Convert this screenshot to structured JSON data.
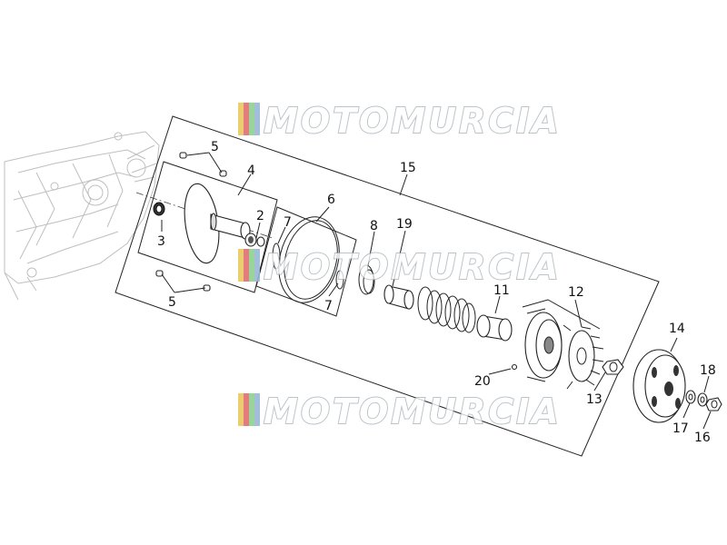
{
  "watermark": {
    "text": "MOTOMURCIA",
    "stripe_colors": [
      "#e8c860",
      "#e07070",
      "#8fd08f",
      "#9ab8d8"
    ]
  },
  "callouts": [
    {
      "id": "c3",
      "text": "3"
    },
    {
      "id": "c4",
      "text": "4"
    },
    {
      "id": "c5a",
      "text": "5"
    },
    {
      "id": "c5b",
      "text": "5"
    },
    {
      "id": "c2",
      "text": "2"
    },
    {
      "id": "c6",
      "text": "6"
    },
    {
      "id": "c7a",
      "text": "7"
    },
    {
      "id": "c7b",
      "text": "7"
    },
    {
      "id": "c8",
      "text": "8"
    },
    {
      "id": "c19",
      "text": "19"
    },
    {
      "id": "c15",
      "text": "15"
    },
    {
      "id": "c11",
      "text": "11"
    },
    {
      "id": "c12",
      "text": "12"
    },
    {
      "id": "c13",
      "text": "13"
    },
    {
      "id": "c14",
      "text": "14"
    },
    {
      "id": "c20",
      "text": "20"
    },
    {
      "id": "c17",
      "text": "17"
    },
    {
      "id": "c18",
      "text": "18"
    },
    {
      "id": "c16",
      "text": "16"
    }
  ]
}
